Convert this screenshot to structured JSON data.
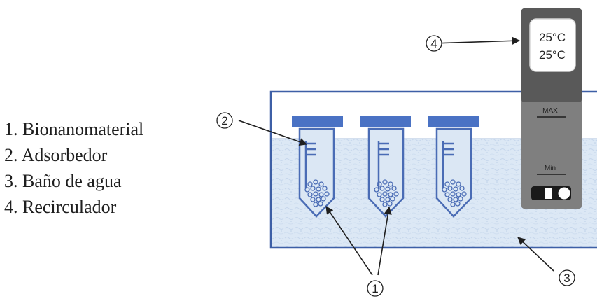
{
  "legend": [
    {
      "num": "1.",
      "label": "Bionanomaterial"
    },
    {
      "num": "2.",
      "label": "Adsorbedor"
    },
    {
      "num": "3.",
      "label": "Baño de agua"
    },
    {
      "num": "4.",
      "label": "Recirculador"
    }
  ],
  "callouts": {
    "c1": "1",
    "c2": "2",
    "c3": "3",
    "c4": "4"
  },
  "recirculator": {
    "display_line1": "25°C",
    "display_line2": "25°C",
    "max_label": "MAX",
    "min_label": "Min"
  },
  "colors": {
    "bath_border": "#3d5fa6",
    "water": "#dbe7f4",
    "tube_stroke": "#4a6cb5",
    "cap": "#4a72c4",
    "recirculator_body": "#7f7f7f",
    "recirculator_top": "#595959"
  }
}
